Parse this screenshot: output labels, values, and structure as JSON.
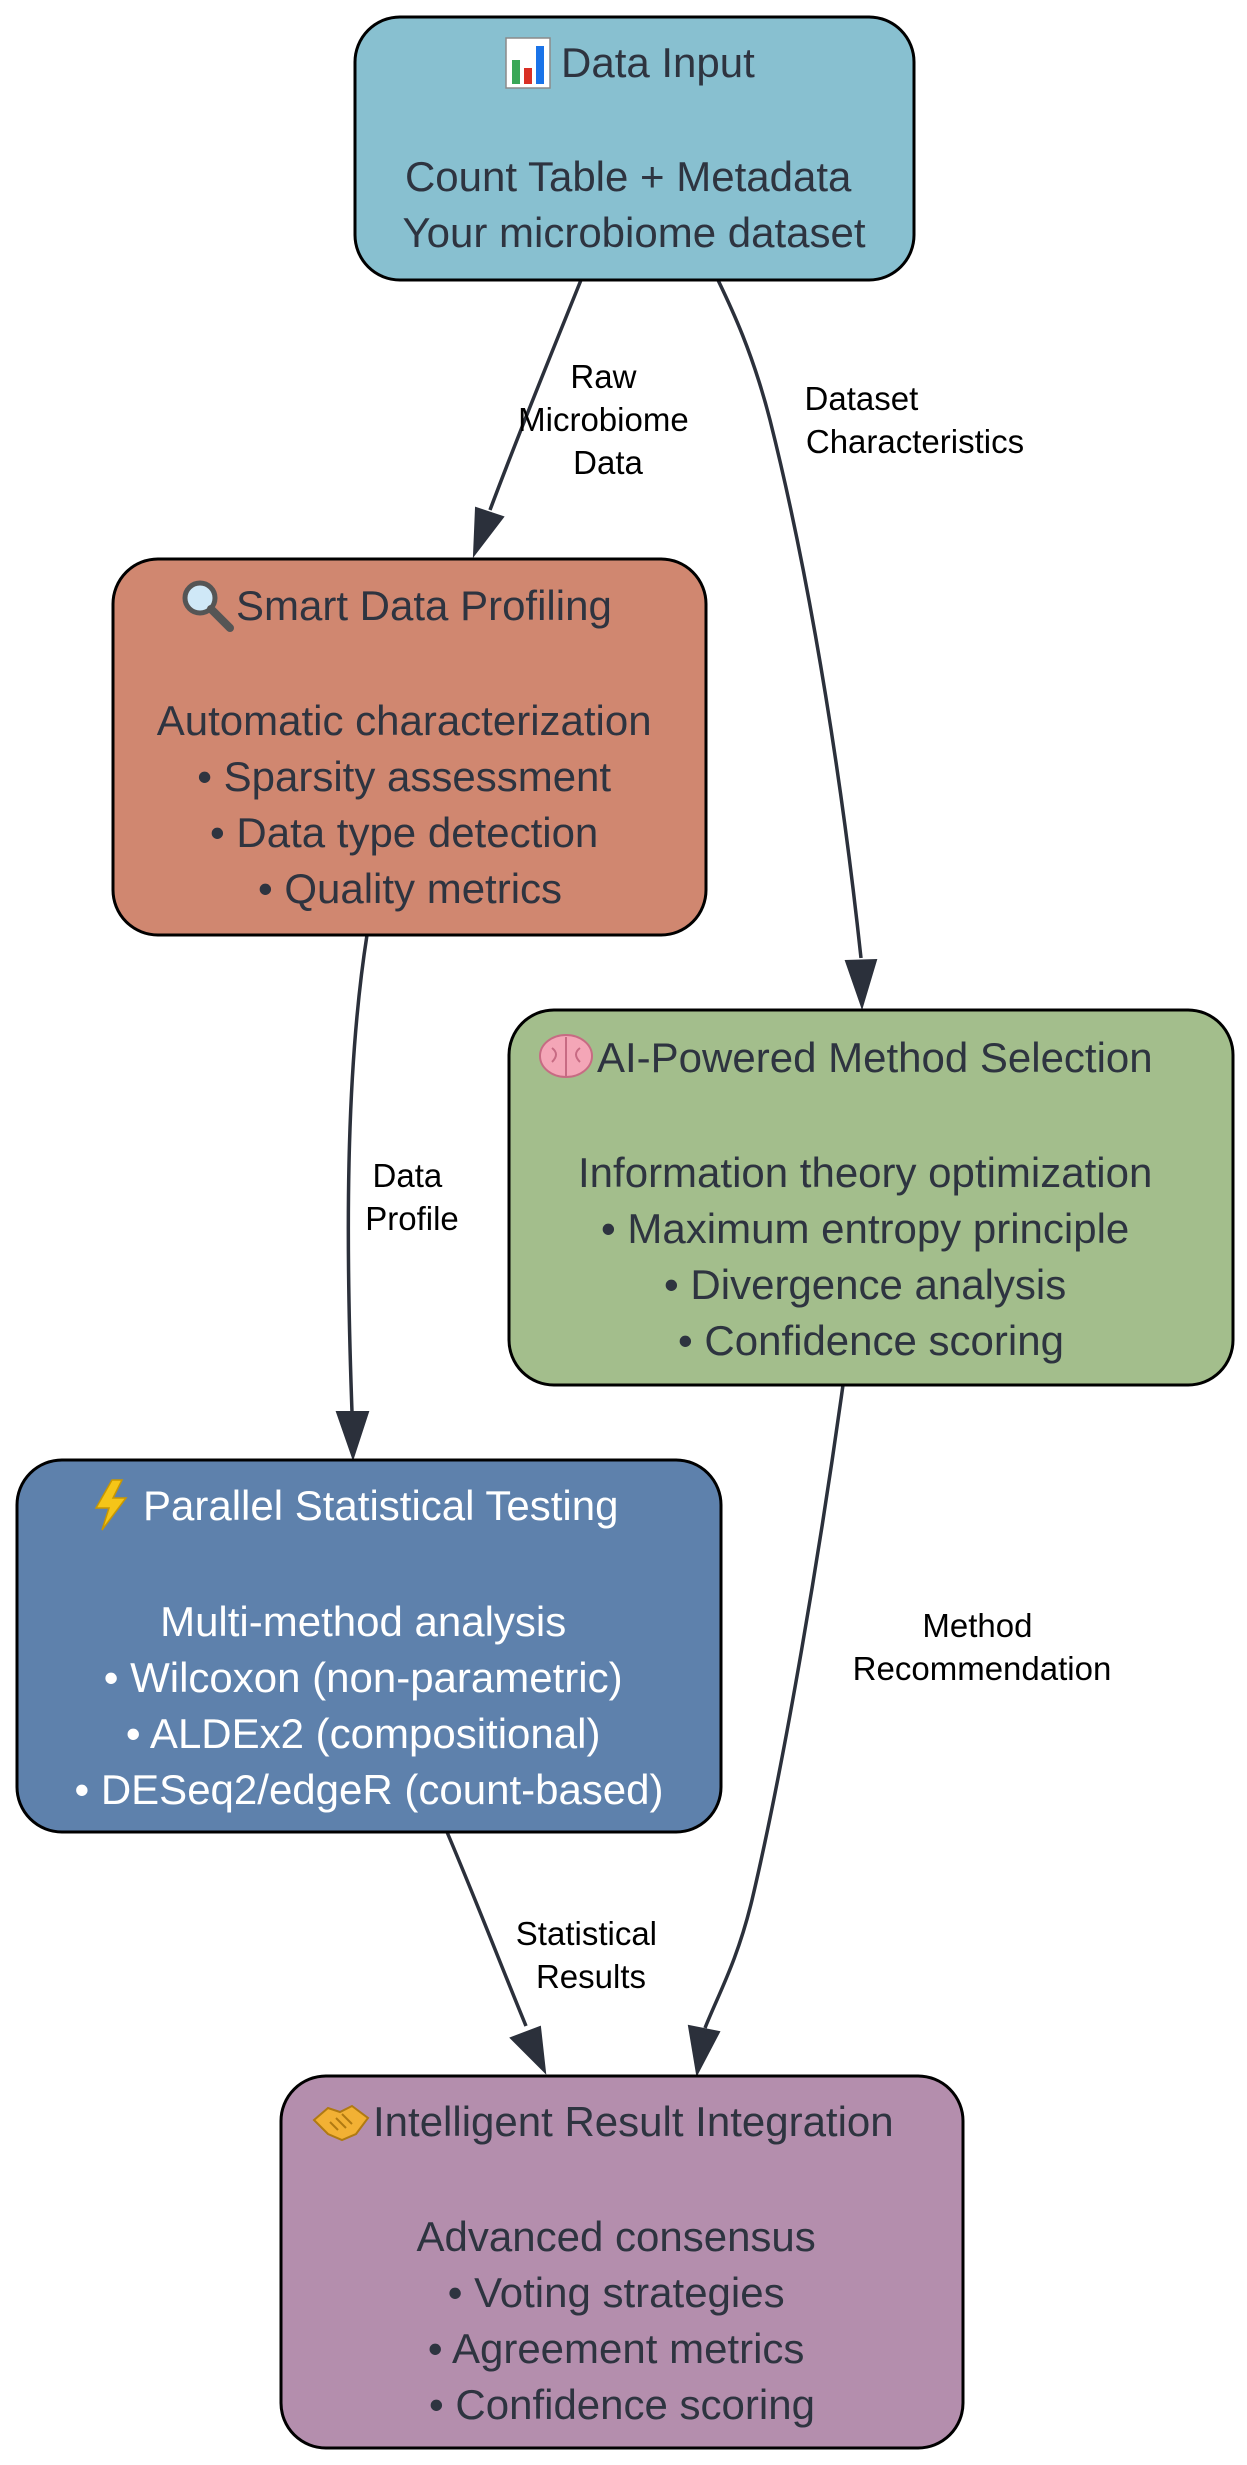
{
  "nodes": {
    "data_input": {
      "icon": "bar-chart-icon",
      "title": "Data Input",
      "lines": [
        "Count Table + Metadata",
        "Your microbiome dataset"
      ],
      "fill": "#88c0d0",
      "text_color": "#2e3440"
    },
    "profiling": {
      "icon": "magnifier-icon",
      "title": "Smart Data Profiling",
      "lines": [
        "Automatic characterization",
        "• Sparsity assessment",
        "• Data type detection",
        "• Quality metrics"
      ],
      "fill": "#d08770",
      "text_color": "#2e3440"
    },
    "method_selection": {
      "icon": "brain-icon",
      "title": "AI-Powered Method Selection",
      "lines": [
        "Information theory optimization",
        "• Maximum entropy principle",
        "• Divergence analysis",
        "• Confidence scoring"
      ],
      "fill": "#a3be8c",
      "text_color": "#2e3440"
    },
    "testing": {
      "icon": "lightning-icon",
      "title": "Parallel Statistical Testing",
      "lines": [
        "Multi-method analysis",
        "• Wilcoxon (non-parametric)",
        "• ALDEx2 (compositional)",
        "• DESeq2/edgeR (count-based)"
      ],
      "fill": "#5e81ac",
      "text_color": "#ffffff"
    },
    "integration": {
      "icon": "handshake-icon",
      "title": "Intelligent Result Integration",
      "lines": [
        "Advanced consensus",
        "• Voting strategies",
        "• Agreement metrics",
        "• Confidence scoring"
      ],
      "fill": "#b48ead",
      "text_color": "#2e3440"
    }
  },
  "edges": {
    "input_to_profiling": [
      "Raw",
      "Microbiome",
      "Data"
    ],
    "input_to_selection": [
      "Dataset",
      "Characteristics"
    ],
    "profiling_to_testing": [
      "Data",
      "Profile"
    ],
    "selection_to_integration": [
      "Method",
      "Recommendation"
    ],
    "testing_to_integration": [
      "Statistical",
      "Results"
    ]
  },
  "colors": {
    "edge": "#2b303b",
    "border": "#000000"
  }
}
